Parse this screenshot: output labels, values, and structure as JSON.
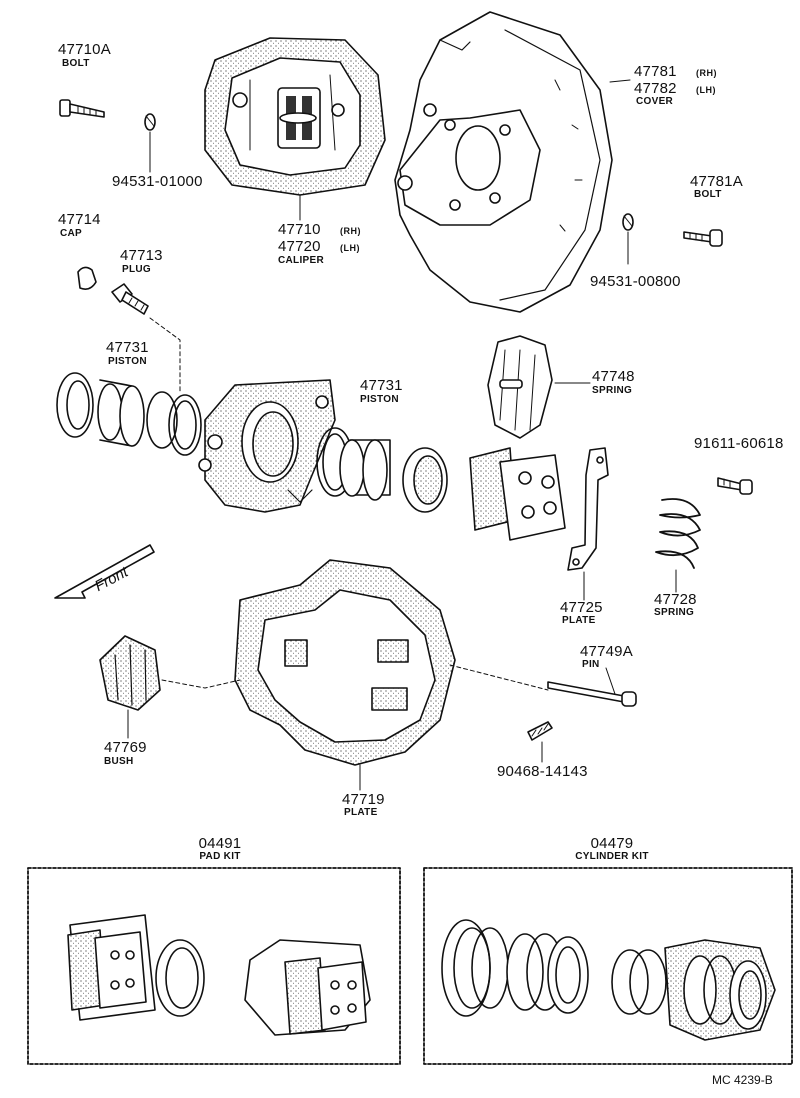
{
  "labels": {
    "bolt_47710a": {
      "part": "47710A",
      "name": "BOLT"
    },
    "washer_94531_01000": {
      "part": "94531-01000"
    },
    "caliper": {
      "part_rh": "47710",
      "side_rh": "(RH)",
      "part_lh": "47720",
      "side_lh": "(LH)",
      "name": "CALIPER"
    },
    "cover": {
      "part_rh": "47781",
      "side_rh": "(RH)",
      "part_lh": "47782",
      "side_lh": "(LH)",
      "name": "COVER"
    },
    "bolt_47781a": {
      "part": "47781A",
      "name": "BOLT"
    },
    "washer_94531_00800": {
      "part": "94531-00800"
    },
    "cap": {
      "part": "47714",
      "name": "CAP"
    },
    "plug": {
      "part": "47713",
      "name": "PLUG"
    },
    "piston_left": {
      "part": "47731",
      "name": "PISTON"
    },
    "piston_right": {
      "part": "47731",
      "name": "PISTON"
    },
    "spring_47748": {
      "part": "47748",
      "name": "SPRING"
    },
    "bolt_91611": {
      "part": "91611-60618"
    },
    "front": {
      "text": "Front"
    },
    "plate_47725": {
      "part": "47725",
      "name": "PLATE"
    },
    "spring_47728": {
      "part": "47728",
      "name": "SPRING"
    },
    "pin": {
      "part": "47749A",
      "name": "PIN"
    },
    "bush": {
      "part": "47769",
      "name": "BUSH"
    },
    "clip_90468": {
      "part": "90468-14143"
    },
    "plate_47719": {
      "part": "47719",
      "name": "PLATE"
    },
    "pad_kit": {
      "part": "04491",
      "name": "PAD KIT"
    },
    "cylinder_kit": {
      "part": "04479",
      "name": "CYLINDER KIT"
    }
  },
  "reference": "MC 4239-B"
}
